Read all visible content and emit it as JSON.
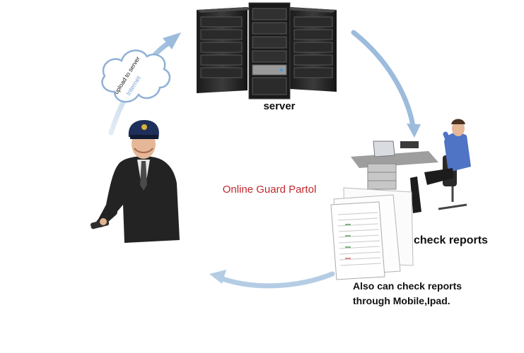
{
  "labels": {
    "server": "server",
    "title": "Online Guard Partol",
    "check_reports": "check reports",
    "mobile_line1": "Also can check reports",
    "mobile_line2": "through Mobile,Ipad.",
    "cloud_text1": "upload to server",
    "cloud_text2": "Internet"
  },
  "colors": {
    "arrow": "#9dbcdc",
    "title": "#c0282d",
    "suit": "#222222",
    "cap": "#1e2f5a",
    "shirt_blue": "#4f74c5"
  }
}
